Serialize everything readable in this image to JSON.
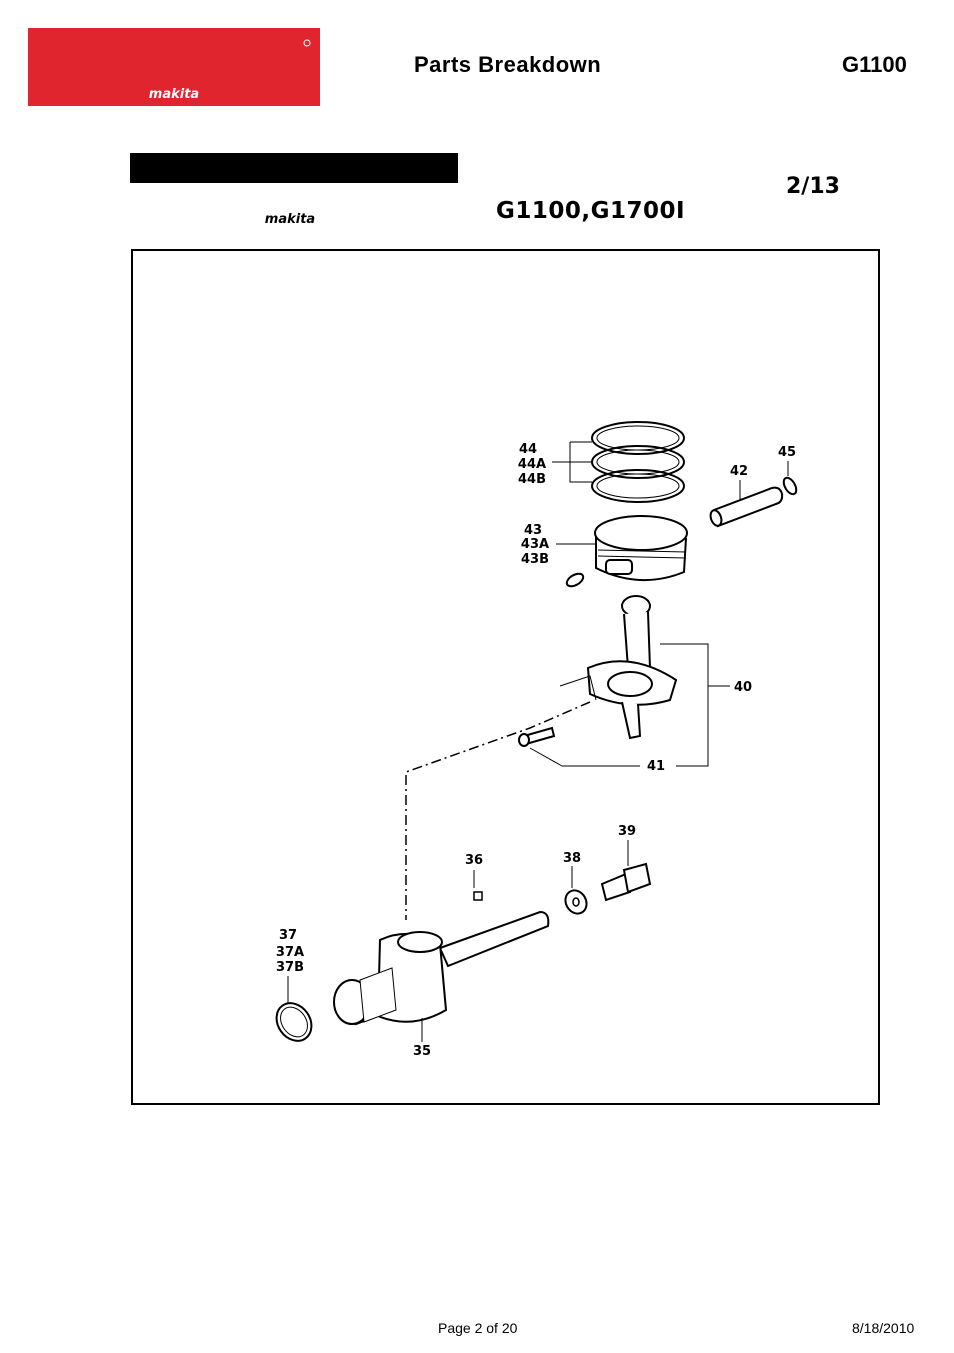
{
  "header": {
    "brand": "makita",
    "title": "Parts Breakdown",
    "model": "G1100"
  },
  "sheet": {
    "brand": "makita",
    "models": "G1100,G1700I",
    "page": "2/13"
  },
  "callouts": {
    "c35": "35",
    "c36": "36",
    "c37": "37",
    "c37a": "37A",
    "c37b": "37B",
    "c38": "38",
    "c39": "39",
    "c40": "40",
    "c41": "41",
    "c42": "42",
    "c43": "43",
    "c43a": "43A",
    "c43b": "43B",
    "c44": "44",
    "c44a": "44A",
    "c44b": "44B",
    "c45": "45"
  },
  "footer": {
    "page": "Page 2 of 20",
    "date": "8/18/2010"
  },
  "colors": {
    "brand_red": "#e0252f",
    "ink": "#000000"
  }
}
